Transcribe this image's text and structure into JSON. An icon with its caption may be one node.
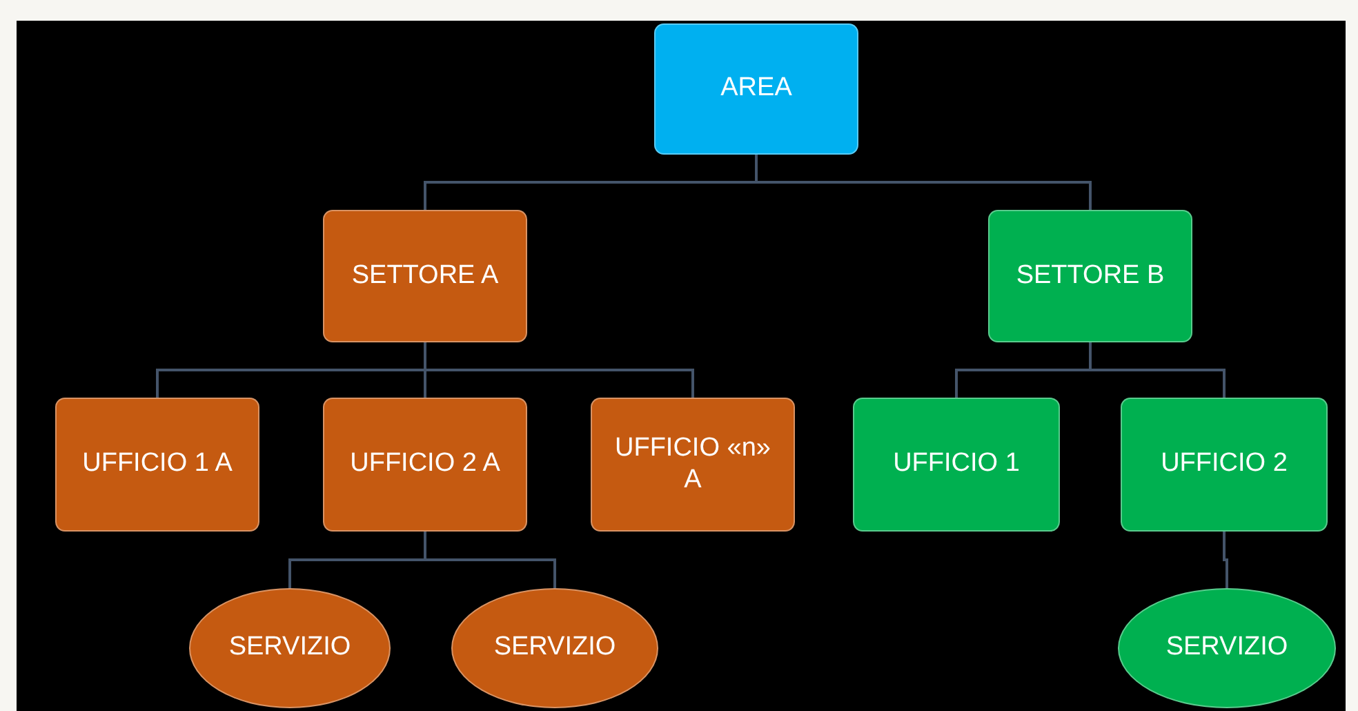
{
  "diagram": {
    "nodes": [
      {
        "text": [
          "AREA"
        ]
      },
      {
        "text": [
          "SETTORE A"
        ]
      },
      {
        "text": [
          "SETTORE B"
        ]
      },
      {
        "text": [
          "UFFICIO 1 A"
        ]
      },
      {
        "text": [
          "UFFICIO 2 A"
        ]
      },
      {
        "text": [
          "UFFICIO «n» A"
        ]
      },
      {
        "text": [
          "UFFICIO 1"
        ]
      },
      {
        "text": [
          "UFFICIO 2"
        ]
      },
      {
        "text": [
          "SERVIZIO"
        ]
      },
      {
        "text": [
          "SERVIZIO"
        ]
      },
      {
        "text": [
          "SERVIZIO"
        ]
      }
    ],
    "edges": [
      {
        "from": 0,
        "to": 1,
        "arrow": "none"
      },
      {
        "from": 0,
        "to": 2,
        "arrow": "none"
      },
      {
        "from": 1,
        "to": 3,
        "arrow": "none"
      },
      {
        "from": 1,
        "to": 4,
        "arrow": "none"
      },
      {
        "from": 1,
        "to": 5,
        "arrow": "none"
      },
      {
        "from": 2,
        "to": 6,
        "arrow": "none"
      },
      {
        "from": 2,
        "to": 7,
        "arrow": "none"
      },
      {
        "from": 4,
        "to": 8,
        "arrow": "none"
      },
      {
        "from": 4,
        "to": 9,
        "arrow": "none"
      },
      {
        "from": 7,
        "to": 10,
        "arrow": "none"
      }
    ]
  }
}
